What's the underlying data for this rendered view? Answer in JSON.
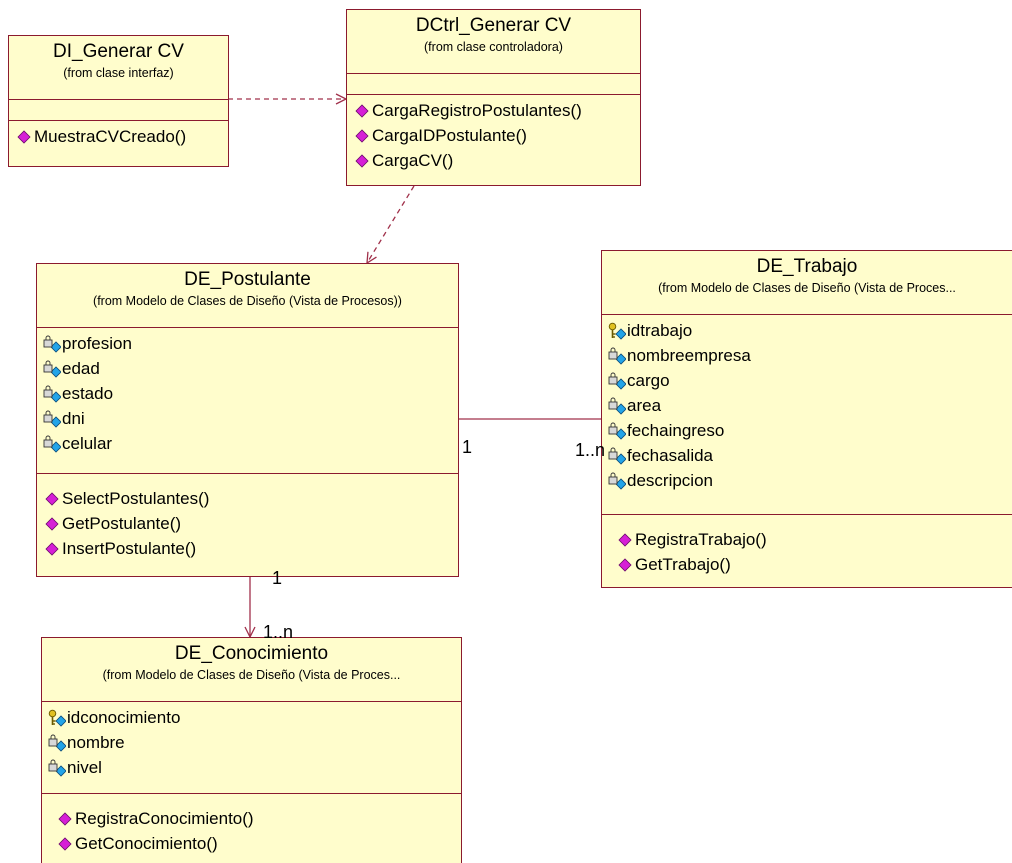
{
  "classes": {
    "di_generar_cv": {
      "name": "DI_Generar CV",
      "stereotype": "(from clase interfaz)",
      "attributes": [],
      "operations": [
        "MuestraCVCreado()"
      ]
    },
    "dctrl_generar_cv": {
      "name": "DCtrl_Generar CV",
      "stereotype": "(from clase controladora)",
      "attributes": [],
      "operations": [
        "CargaRegistroPostulantes()",
        "CargaIDPostulante()",
        "CargaCV()"
      ]
    },
    "de_postulante": {
      "name": "DE_Postulante",
      "stereotype": "(from Modelo de Clases de Diseño (Vista de Procesos))",
      "attributes": [
        "profesion",
        "edad",
        "estado",
        "dni",
        "celular"
      ],
      "operations": [
        "SelectPostulantes()",
        "GetPostulante()",
        "InsertPostulante()"
      ]
    },
    "de_trabajo": {
      "name": "DE_Trabajo",
      "stereotype": "(from Modelo de Clases de Diseño (Vista de Proces...",
      "key_attribute": "idtrabajo",
      "attributes": [
        "nombreempresa",
        "cargo",
        "area",
        "fechaingreso",
        "fechasalida",
        "descripcion"
      ],
      "operations": [
        "RegistraTrabajo()",
        "GetTrabajo()"
      ]
    },
    "de_conocimiento": {
      "name": "DE_Conocimiento",
      "stereotype": "(from Modelo de Clases de Diseño (Vista de Proces...",
      "key_attribute": "idconocimiento",
      "attributes": [
        "nombre",
        "nivel"
      ],
      "operations": [
        "RegistraConocimiento()",
        "GetConocimiento()"
      ]
    }
  },
  "multiplicities": {
    "postulante_trabajo_source": "1",
    "postulante_trabajo_target": "1..n",
    "postulante_conocimiento_source": "1",
    "postulante_conocimiento_target": "1..n"
  },
  "icons": {
    "operation": "operation-icon",
    "attribute": "private-attribute-icon",
    "key": "key-attribute-icon"
  },
  "colors": {
    "class_fill": "#fffdcc",
    "class_border": "#8b1a2e",
    "operation_icon": "#d61fd6",
    "attribute_icon": "#22a4e8",
    "key_icon": "#e0c020",
    "connector": "#a0304a"
  }
}
